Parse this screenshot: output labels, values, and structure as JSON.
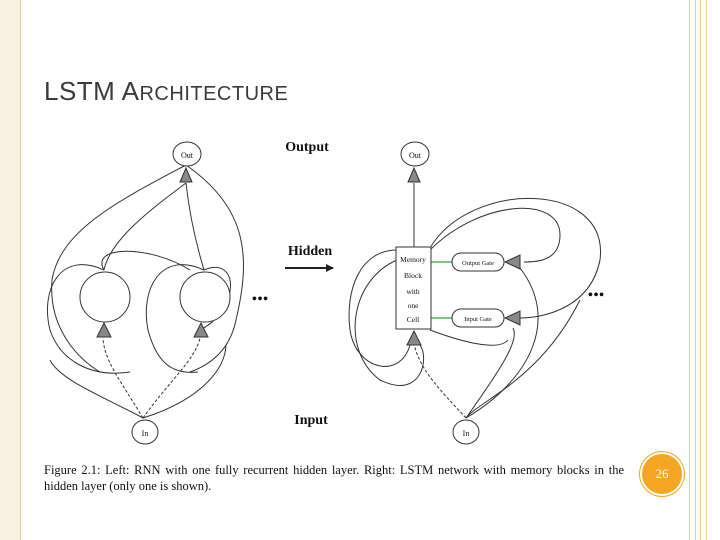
{
  "slide": {
    "title_initial_1": "LSTM ",
    "title_initial_2": "A",
    "title_rest": "RCHITECTURE",
    "page_number": "26"
  },
  "diagram": {
    "output_label": "Output",
    "hidden_label": "Hidden",
    "input_label": "Input",
    "left_out_node": "Out",
    "left_in_node": "In",
    "right_out_node": "Out",
    "right_in_node": "In",
    "ellipsis": "•••",
    "memory_block_lines": [
      "Memory",
      "Block",
      "with",
      "one",
      "Cell"
    ],
    "output_gate": "Output Gate",
    "input_gate": "Input Gate"
  },
  "caption": {
    "text": "Figure 2.1: Left: RNN with one fully recurrent hidden layer. Right: LSTM network with memory blocks in the hidden layer (only one is shown)."
  },
  "colors": {
    "accent_border": "#f0c894",
    "page_badge": "#f5a623",
    "gate_link": "#3aa23a"
  }
}
